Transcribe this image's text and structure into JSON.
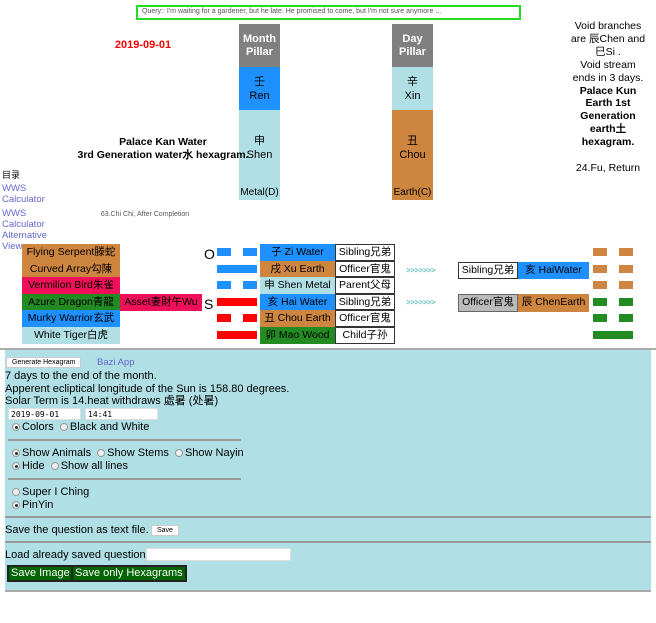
{
  "query": "Query:: I'm waiting for a gardener, but he late. He promised to come, but I'm not sure anymore ...",
  "date": "2019-09-01",
  "month_pillar": {
    "title": "Month Pillar",
    "stem_cn": "壬",
    "stem": "Ren",
    "branch_cn": "申",
    "branch": "Shen",
    "element": "Metal(D)"
  },
  "day_pillar": {
    "title": "Day Pillar",
    "stem_cn": "辛",
    "stem": "Xin",
    "branch_cn": "丑",
    "branch": "Chou",
    "element": "Earth(C)"
  },
  "palace_left": {
    "line1": "Palace Kan Water",
    "line2": "3rd Generation water水 hexagram."
  },
  "hexagram_left_name": "63.Chi Chi, After Completion",
  "right_info": {
    "void": "Void branches are 辰Chen and 巳Si .",
    "void_stream": "Void stream ends in 3 days.",
    "palace": "Palace Kun Earth 1st Generation earth土 hexagram.",
    "hexagram_name": "24.Fu, Return"
  },
  "animals": [
    "Flying Serpent滕蛇",
    "Curved Array勾陳",
    "Vermilion Bird朱雀",
    "Azure Dragon青龍",
    "Murky Warrior玄武",
    "White Tiger白虎"
  ],
  "hidden_spirit": "Asset妻財午Wu",
  "markers": {
    "world": "S",
    "response": "O"
  },
  "branches": [
    "子 Zi Water",
    "戌 Xu Earth",
    "申 Shen Metal",
    "亥 Hai Water",
    "丑 Chou Earth",
    "卯 Mao Wood"
  ],
  "relations": [
    "Sibling兄弟",
    "Officer官鬼",
    "Parent父母",
    "Sibling兄弟",
    "Officer官鬼",
    "Child子孙"
  ],
  "arrows": ">>>>>>>",
  "changed": [
    {
      "relation": "Sibling兄弟",
      "branch": "亥 HaiWater"
    },
    {
      "relation": "Officer官鬼",
      "branch": "辰 ChenEarth"
    }
  ],
  "links": {
    "menu": "目录",
    "wws": "WWS Calculator",
    "wws_alt": "WWS Calculator Alternative View",
    "bazi": "Bazi App"
  },
  "panel": {
    "generate": "Generate Hexagram",
    "days_left": "7 days to the end of the month.",
    "sun": "Apperent ecliptical longitude of the Sun is 158.80 degrees.",
    "solar_term": "Solar Term is 14.heat withdraws 處暑 (处暑)",
    "date_value": "2019-09-01",
    "time_value": "14:41",
    "colors": "Colors",
    "bw": "Black and White",
    "show_animals": "Show Animals",
    "show_stems": "Show Stems",
    "show_nayin": "Show Nayin",
    "hide": "Hide",
    "show_all": "Show all lines",
    "super": "Super I Ching",
    "pinyin": "PinYin",
    "save_q": "Save the question as text file.",
    "save": "Save",
    "load_q": "Load already saved question.",
    "save_image": "Save Image",
    "save_hex": "Save only Hexagrams"
  }
}
